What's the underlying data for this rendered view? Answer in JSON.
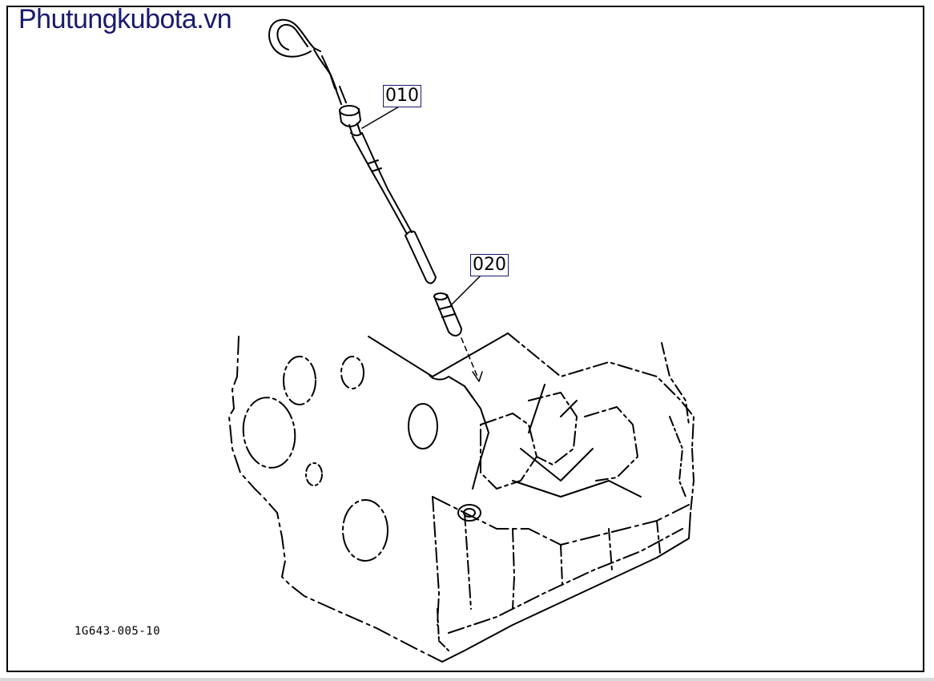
{
  "watermark": {
    "text": "Phutungkubota.vn",
    "color": "#1a1a6e"
  },
  "callouts": {
    "part1": "010",
    "part2": "020"
  },
  "drawing_code": "1G643-005-10",
  "colors": {
    "line": "#000000",
    "callout_border": "#1a1a6e"
  }
}
